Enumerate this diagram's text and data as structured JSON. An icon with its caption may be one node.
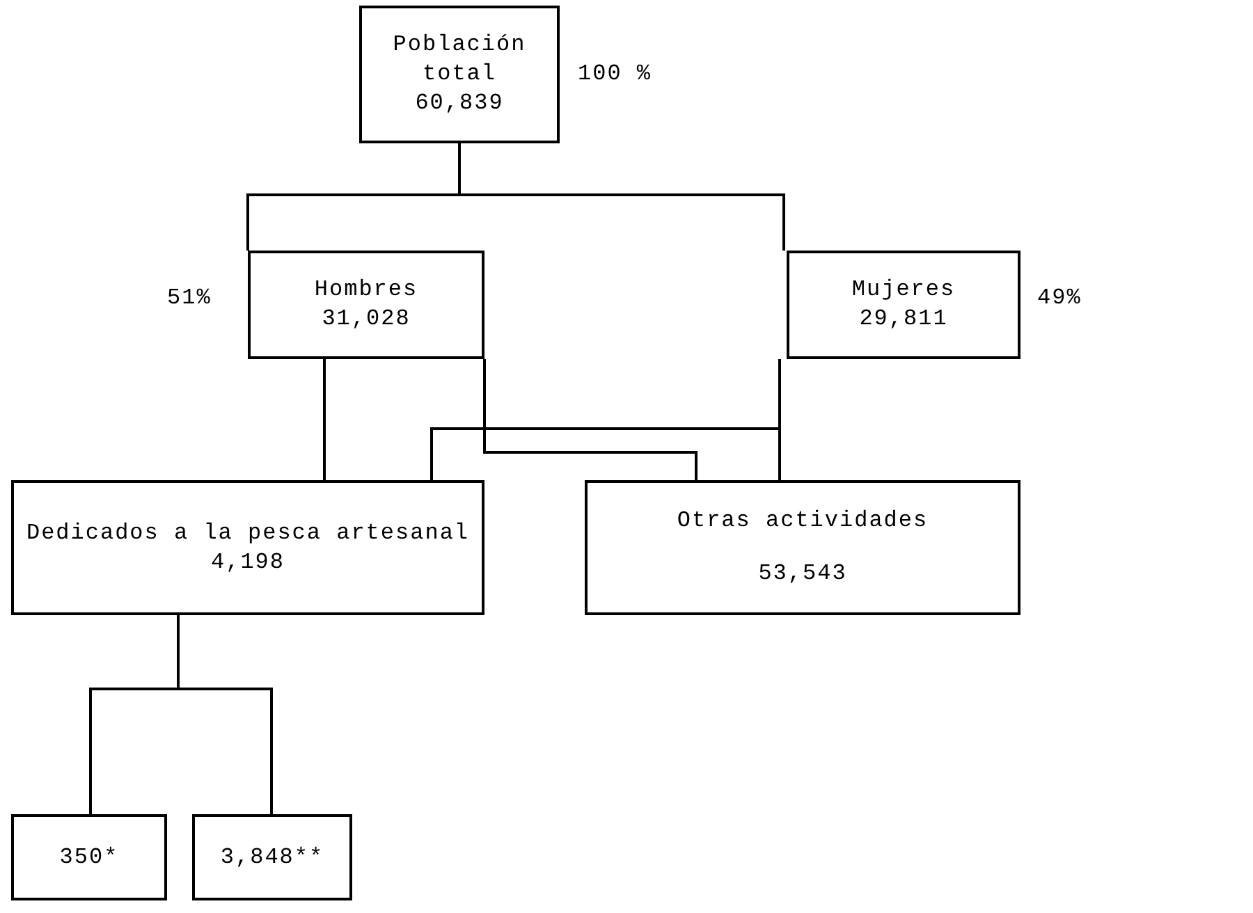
{
  "diagram": {
    "nodes": [
      {
        "text": [
          "Población total",
          "60,839"
        ],
        "beside": [
          "100 %"
        ]
      },
      {
        "text": [
          "Hombres",
          "31,028"
        ],
        "beside": [
          "51%"
        ]
      },
      {
        "text": [
          "Mujeres",
          "29,811"
        ],
        "beside": [
          "49%"
        ]
      },
      {
        "text": [
          "Dedicados a la pesca artesanal",
          "4,198"
        ]
      },
      {
        "text": [
          "Otras actividades",
          "53,543"
        ]
      },
      {
        "text": [
          "350*"
        ]
      },
      {
        "text": [
          "3,848**"
        ]
      }
    ],
    "edges": [
      {
        "from": 0,
        "to": 1,
        "arrow": "none"
      },
      {
        "from": 0,
        "to": 2,
        "arrow": "none"
      },
      {
        "from": 1,
        "to": 3,
        "arrow": "none"
      },
      {
        "from": 1,
        "to": 4,
        "arrow": "none"
      },
      {
        "from": 2,
        "to": 3,
        "arrow": "none"
      },
      {
        "from": 2,
        "to": 4,
        "arrow": "none"
      },
      {
        "from": 3,
        "to": 5,
        "arrow": "none"
      },
      {
        "from": 3,
        "to": 6,
        "arrow": "none"
      }
    ]
  }
}
